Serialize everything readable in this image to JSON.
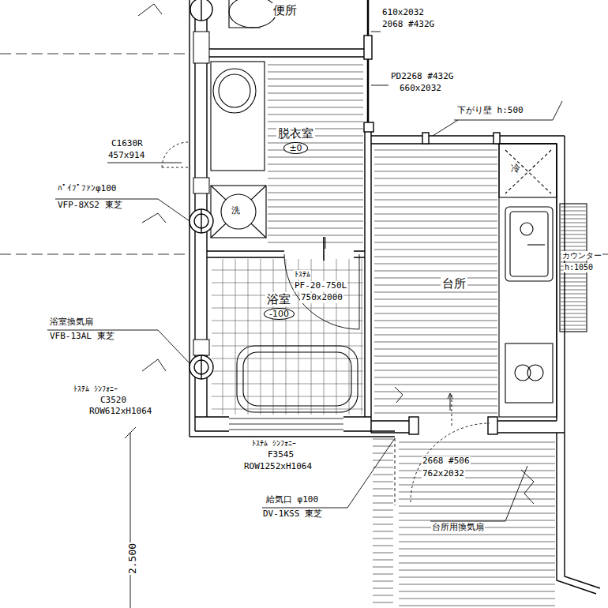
{
  "diagram": {
    "nodes": [
      {
        "text": [
          "便所"
        ]
      },
      {
        "text": [
          "脱衣室",
          "±0"
        ]
      },
      {
        "text": [
          "浴室",
          "-100"
        ]
      },
      {
        "text": [
          "台所"
        ]
      }
    ],
    "labels": [
      "610x2032",
      "2068 #432G",
      "PD2268 #432G",
      "660x2032",
      "下がり壁 h:500",
      "C1630R",
      "457x914",
      "ﾊﾟｲﾌﾟﾌｧﾝφ100",
      "VFP-8XS2 東芝",
      "洗",
      "冷",
      "カウンター",
      "h:1050",
      "ﾄｽﾃﾑ",
      "PF-20-750L",
      "750x2000",
      "浴室換気扇",
      "VFB-13AL 東芝",
      "ﾄｽﾃﾑ ｼﾝﾌｫﾆｰ",
      "C3520",
      "ROW612xH1064",
      "ﾄｽﾃﾑ ｼﾝﾌｫﾆｰ",
      "F3545",
      "ROW1252xH1064",
      "給気口 φ100",
      "DV-1KSS 東芝",
      "2668 #506",
      "762x2032",
      "台所用換気扇",
      "2.500"
    ]
  }
}
